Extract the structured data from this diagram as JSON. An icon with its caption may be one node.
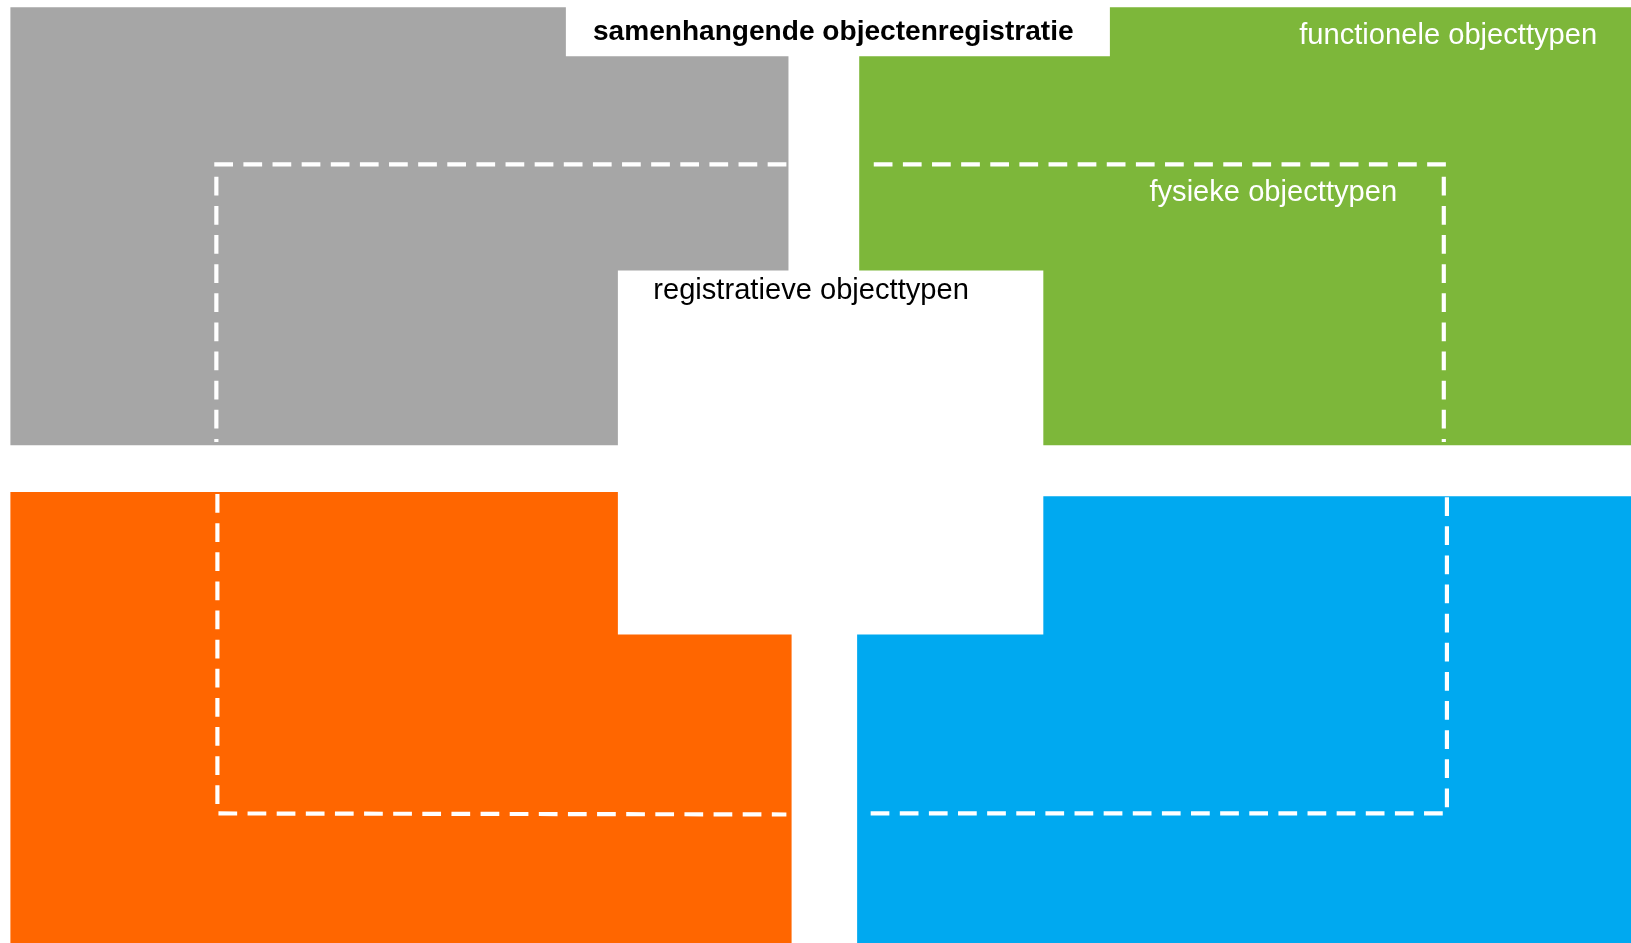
{
  "diagram": {
    "title": "samenhangende objectenregistratie",
    "labels": [
      "functionele objecttypen",
      "fysieke objecttypen",
      "registratieve objecttypen"
    ]
  }
}
